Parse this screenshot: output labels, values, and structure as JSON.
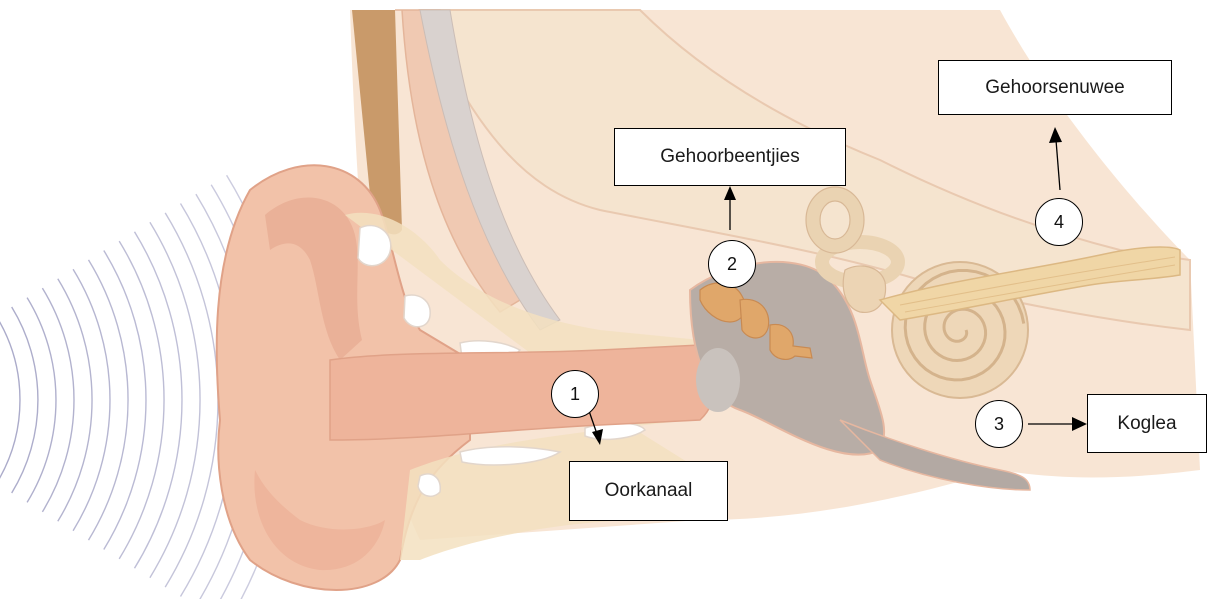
{
  "labels": {
    "oorkanaal": "Oorkanaal",
    "gehoorbeentjies": "Gehoorbeentjies",
    "koglea": "Koglea",
    "gehoorsenuwee": "Gehoorsenuwee"
  },
  "markers": {
    "m1": "1",
    "m2": "2",
    "m3": "3",
    "m4": "4"
  },
  "colors": {
    "skin": "#f2c2a9",
    "skin_dark": "#e0a288",
    "tissue": "#f6dcc4",
    "bone": "#f3e1bf",
    "hair": "#c99a6a",
    "cartilage": "#ffffff",
    "ossicles": "#e0a76a",
    "middle_ear": "#b8ada6",
    "cochlea": "#eed7b8",
    "nerve": "#f0d6a6",
    "sound_waves": "#8f8fb8"
  }
}
